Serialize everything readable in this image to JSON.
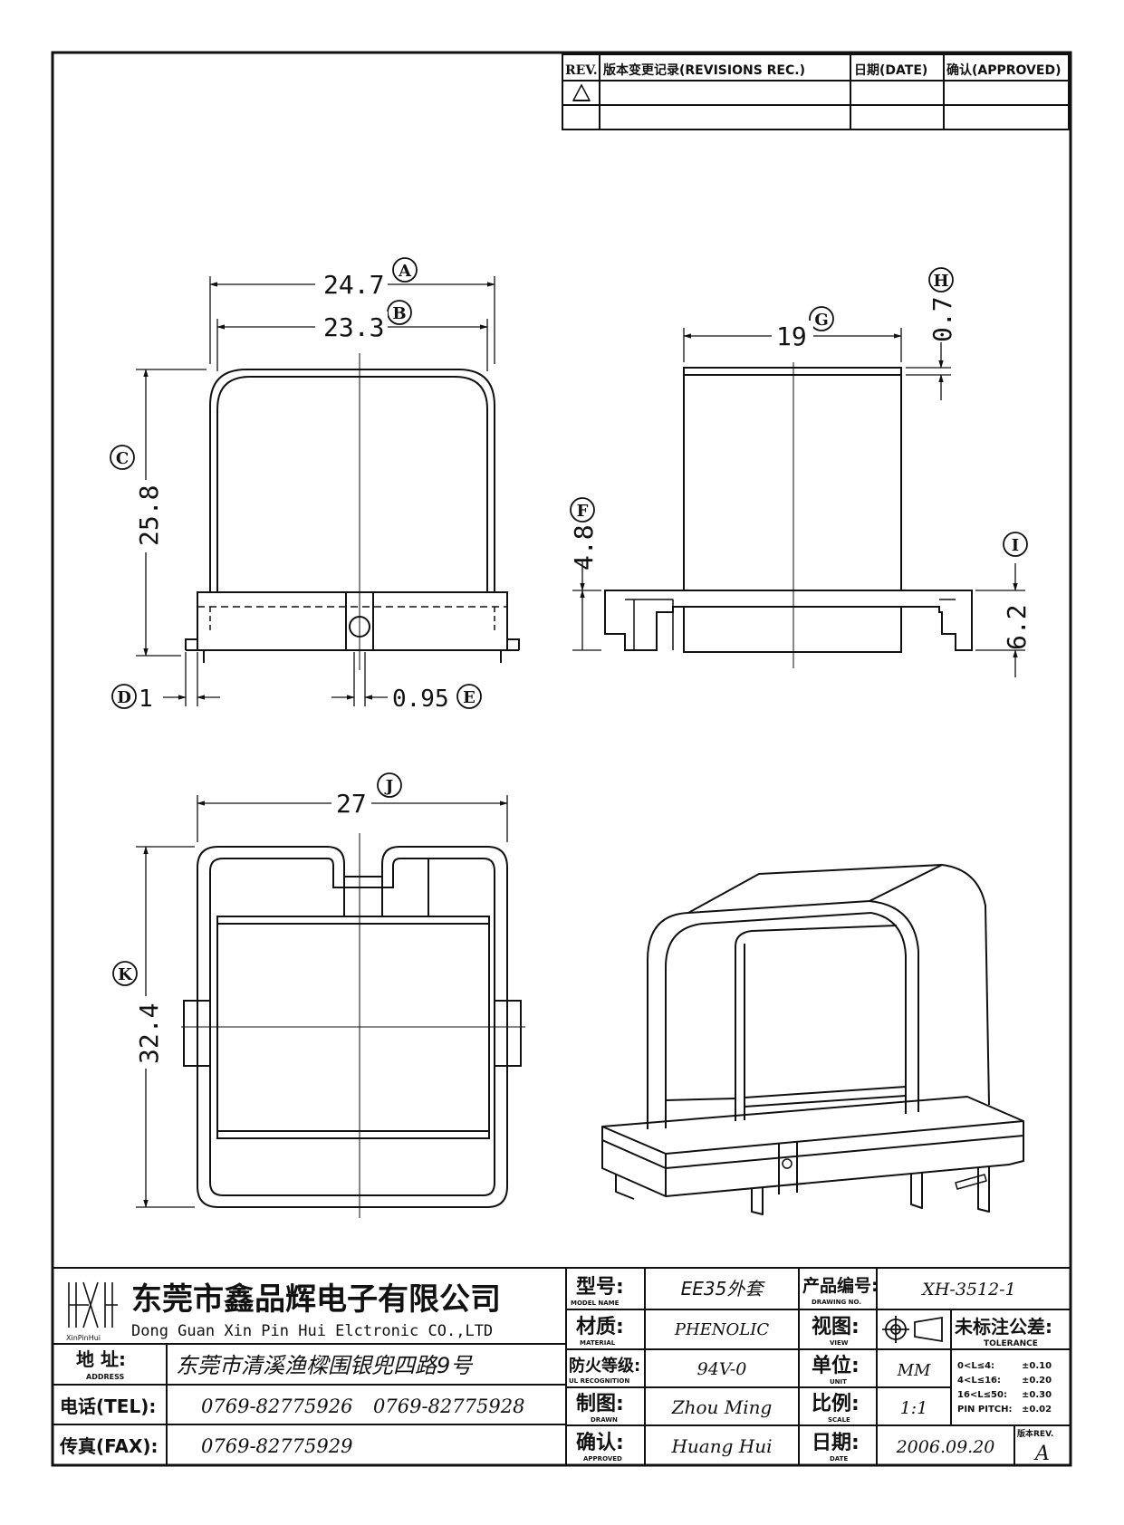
{
  "revision_table": {
    "rev_header": "REV.",
    "rec_header": "版本变更记录(REVISIONS REC.)",
    "date_header": "日期(DATE)",
    "approved_header": "确认(APPROVED)"
  },
  "dimensions": {
    "A": {
      "marker": "A",
      "value": "24.7"
    },
    "B": {
      "marker": "B",
      "value": "23.3"
    },
    "C": {
      "marker": "C",
      "value": "25.8"
    },
    "D": {
      "marker": "D",
      "value": "1"
    },
    "E": {
      "marker": "E",
      "value": "0.95"
    },
    "F": {
      "marker": "F",
      "value": "4.8"
    },
    "G": {
      "marker": "G",
      "value": "19"
    },
    "H": {
      "marker": "H",
      "value": "0.7"
    },
    "I": {
      "marker": "I",
      "value": "6.2"
    },
    "J": {
      "marker": "J",
      "value": "27"
    },
    "K": {
      "marker": "K",
      "value": "32.4"
    }
  },
  "title_block": {
    "company_cn": "东莞市鑫品辉电子有限公司",
    "company_en": "Dong Guan Xin Pin Hui Elctronic CO.,LTD",
    "logo_text": "XinPinHui",
    "address_label": "地  址:",
    "address_label_en": "ADDRESS",
    "address_value": "东莞市清溪渔樑围银兜四路9号",
    "tel_label": "电话(TEL):",
    "tel_value_1": "0769-82775926",
    "tel_value_2": "0769-82775928",
    "fax_label": "传真(FAX):",
    "fax_value": "0769-82775929",
    "model_label": "型号:",
    "model_label_en": "MODEL NAME",
    "model_value": "EE35外套",
    "material_label": "材质:",
    "material_label_en": "MATERIAL",
    "material_value": "PHENOLIC",
    "ul_label": "防火等级:",
    "ul_label_en": "UL RECOGNITION",
    "ul_value": "94V-0",
    "drawn_label": "制图:",
    "drawn_label_en": "DRAWN",
    "drawn_value": "Zhou Ming",
    "approved_label": "确认:",
    "approved_label_en": "APPROVED",
    "approved_value": "Huang Hui",
    "drawing_no_label": "产品编号:",
    "drawing_no_label_en": "DRAWING NO.",
    "drawing_no_value": "XH-3512-1",
    "view_label": "视图:",
    "view_label_en": "VIEW",
    "unit_label": "单位:",
    "unit_label_en": "UNIT",
    "unit_value": "MM",
    "scale_label": "比例:",
    "scale_label_en": "SCALE",
    "scale_value": "1:1",
    "date_label": "日期:",
    "date_label_en": "DATE",
    "date_value": "2006.09.20",
    "rev_label": "版本REV.",
    "rev_value": "A",
    "tolerance_label": "未标注公差:",
    "tolerance_label_en": "TOLERANCE",
    "tolerance_rows": [
      {
        "range": "0<L≤4:",
        "value": "±0.10"
      },
      {
        "range": "4<L≤16:",
        "value": "±0.20"
      },
      {
        "range": "16<L≤50:",
        "value": "±0.30"
      },
      {
        "range": "PIN PITCH:",
        "value": "±0.02"
      }
    ]
  }
}
